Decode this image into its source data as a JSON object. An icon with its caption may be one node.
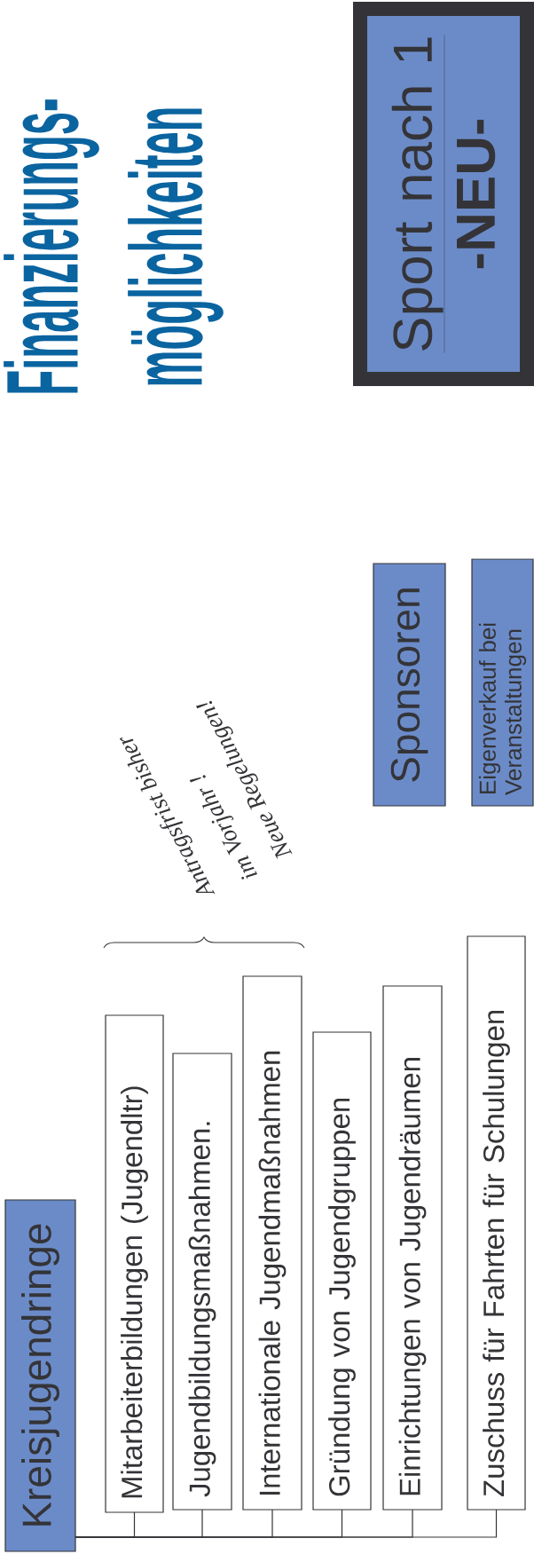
{
  "diagram": {
    "title": "Finanzierungs- möglichkeiten",
    "nodes": [
      {
        "text": [
          "Kreisjugendringe"
        ]
      },
      {
        "text": [
          "Mitarbeiterbildungen (Jugendltr)"
        ]
      },
      {
        "text": [
          "Jugendbildungsmaßnahmen."
        ]
      },
      {
        "text": [
          "Internationale Jugendmaßnahmen"
        ]
      },
      {
        "text": [
          "Gründung von Jugendgruppen"
        ]
      },
      {
        "text": [
          "Einrichtungen von Jugendräumen"
        ]
      },
      {
        "text": [
          "Zuschuss für Fahrten für Schulungen"
        ]
      },
      {
        "text": [
          "Sponsoren"
        ]
      },
      {
        "text": [
          "Eigenverkauf bei Veranstaltungen"
        ]
      },
      {
        "text": [
          "Sport nach 1",
          "-NEU-"
        ]
      }
    ],
    "edges": [
      {
        "from": 0,
        "to": 1,
        "arrow": "none"
      },
      {
        "from": 0,
        "to": 2,
        "arrow": "none"
      },
      {
        "from": 0,
        "to": 3,
        "arrow": "none"
      },
      {
        "from": 0,
        "to": 4,
        "arrow": "none"
      },
      {
        "from": 0,
        "to": 5,
        "arrow": "none"
      },
      {
        "from": 0,
        "to": 6,
        "arrow": "none"
      }
    ],
    "labels": [
      "Antragsfrist bisher",
      "im Vorjahr !",
      "Neue Regelungen!"
    ]
  }
}
